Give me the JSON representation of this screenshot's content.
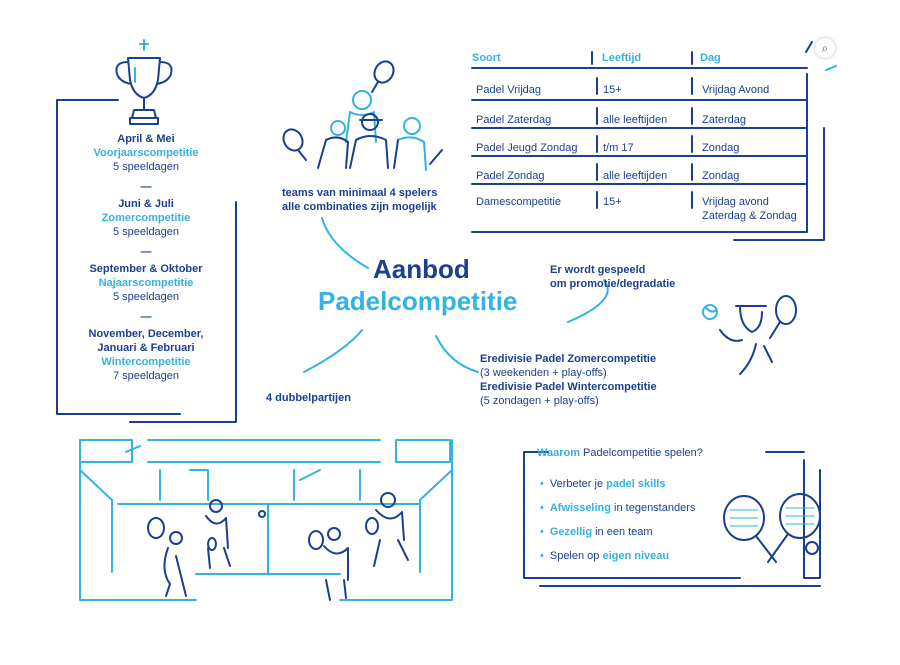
{
  "seasons": [
    {
      "months": "April & Mei",
      "name": "Voorjaarscompetitie",
      "days": "5 speeldagen"
    },
    {
      "months": "Juni & Juli",
      "name": "Zomercompetitie",
      "days": "5 speeldagen"
    },
    {
      "months": "September & Oktober",
      "name": "Najaarscompetitie",
      "days": "5 speeldagen"
    },
    {
      "months_line1": "November, December,",
      "months_line2": "Januari & Februari",
      "name": "Wintercompetitie",
      "days": "7 speeldagen"
    }
  ],
  "separator": "—",
  "table": {
    "headers": [
      "Soort",
      "Leeftijd",
      "Dag"
    ],
    "rows": [
      [
        "Padel Vrijdag",
        "15+",
        "Vrijdag Avond",
        ""
      ],
      [
        "Padel Zaterdag",
        "alle leeftijden",
        "Zaterdag",
        ""
      ],
      [
        "Padel Jeugd Zondag",
        "t/m 17",
        "Zondag",
        ""
      ],
      [
        "Padel Zondag",
        "alle leeftijden",
        "Zondag",
        ""
      ],
      [
        "Damescompetitie",
        "15+",
        "Vrijdag avond",
        "Zaterdag & Zondag"
      ]
    ]
  },
  "teams_note": {
    "line1": "teams van minimaal 4 spelers",
    "line2": "alle combinaties zijn mogelijk"
  },
  "center": {
    "line1": "Aanbod",
    "line2": "Padelcompetitie"
  },
  "promotie_note": {
    "line1": "Er wordt gespeeld",
    "line2": "om promotie/degradatie"
  },
  "dubbel_note": "4 dubbelpartijen",
  "eredivisie": {
    "line1": "Eredivisie Padel Zomercompetitie",
    "line2": "(3 weekenden + play-offs)",
    "line3": "Eredivisie Padel Wintercompetitie",
    "line4": "(5 zondagen + play-offs)"
  },
  "waarom": {
    "title_accent": "Waarom",
    "title_rest": " Padelcompetitie spelen?",
    "items": [
      {
        "pre": "Verbeter je ",
        "accent": "padel skills",
        "post": ""
      },
      {
        "pre": "",
        "accent": "Afwisseling",
        "post": " in tegenstanders"
      },
      {
        "pre": "",
        "accent": "Gezellig",
        "post": " in een team"
      },
      {
        "pre": "Spelen op ",
        "accent": "eigen niveau",
        "post": ""
      }
    ]
  },
  "colors": {
    "navy": "#1c3f8f",
    "cyan": "#33b3e0"
  },
  "icons": [
    "trophy-icon",
    "padel-team-icon",
    "padel-player-icon",
    "padel-rackets-icon",
    "padel-court-icon",
    "lens-icon"
  ]
}
